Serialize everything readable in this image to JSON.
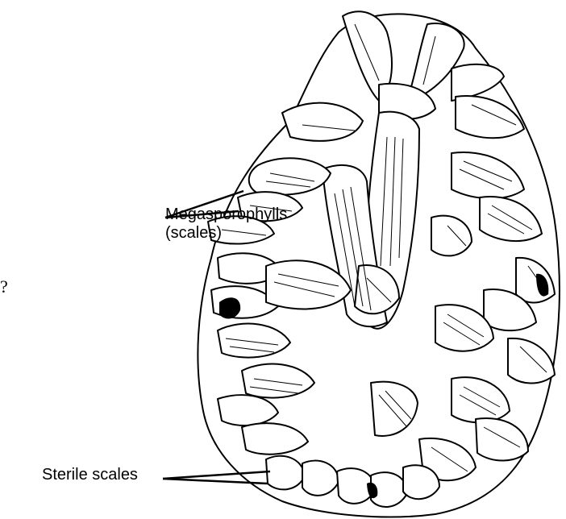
{
  "labels": {
    "megasporophylls_line1": "Megasporophylls",
    "megasporophylls_line2": "(scales)",
    "sterile_scales": "Sterile scales",
    "stray_mark": "?"
  },
  "colors": {
    "ink": "#000000",
    "paper": "#ffffff"
  }
}
